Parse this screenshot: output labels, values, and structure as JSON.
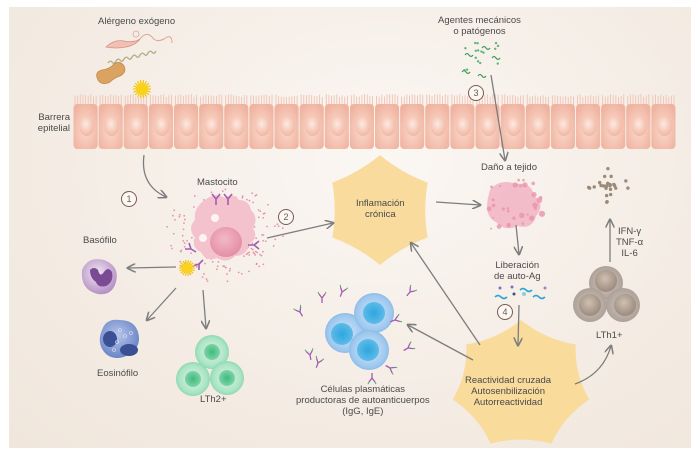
{
  "labels": {
    "exogenous_allergen": "Alérgeno exógeno",
    "mechanical_agents_line1": "Agentes mecánicos",
    "mechanical_agents_line2": "o patógenos",
    "epithelial_barrier_line1": "Barrera",
    "epithelial_barrier_line2": "epitelial",
    "mast_cell": "Mastocito",
    "basophil": "Basófilo",
    "eosinophil": "Eosinófilo",
    "lth2": "LTh2+",
    "chronic_inflammation_line1": "Inflamación",
    "chronic_inflammation_line2": "crónica",
    "tissue_damage": "Daño a tejido",
    "autoag_release_line1": "Liberación",
    "autoag_release_line2": "de auto-Ag",
    "cytokine_1": "IFN-γ",
    "cytokine_2": "TNF-α",
    "cytokine_3": "IL-6",
    "lth1": "LTh1+",
    "plasma_cells_line1": "Células plasmáticas",
    "plasma_cells_line2": "productoras de autoanticuerpos",
    "plasma_cells_line3": "(IgG, IgE)",
    "reactivity_line1": "Reactividad cruzada",
    "reactivity_line2": "Autosenbilización",
    "reactivity_line3": "Autorreactividad"
  },
  "steps": [
    "1",
    "2",
    "3",
    "4"
  ],
  "icons": {
    "allergens": [
      "trypanosome-icon",
      "spirochete-icon",
      "peanut-icon",
      "pollen-icon"
    ],
    "cells": [
      "mast-cell-icon",
      "basophil-icon",
      "eosinophil-icon",
      "lth2-cells-icon",
      "plasma-cells-icon",
      "lth1-cells-icon"
    ]
  },
  "colors": {
    "panel_background": "#f3ebe3",
    "epithelium": "#f2b9a6",
    "inflammation_star": "#f9da98",
    "arrow": "#7d7d7d",
    "lth2": "#7fd3a6",
    "plasma_cell": "#8fbde8",
    "lth1": "#b8ada4",
    "basophil": "#9b6bb0",
    "eosinophil": "#5a73b8",
    "mast_cell": "#f1b4c2"
  }
}
